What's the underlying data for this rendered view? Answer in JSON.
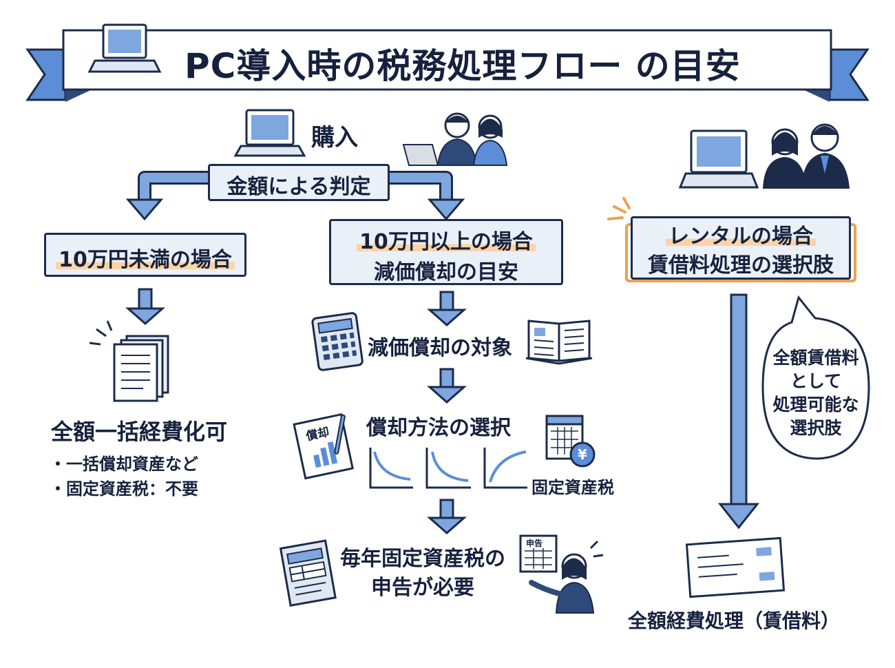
{
  "title": "PC導入時の税務処理フロー の目安",
  "purchase": {
    "label": "購入",
    "decision": "金額による判定"
  },
  "under_100k": {
    "heading": "10万円未満の場合",
    "result": "全額一括経費化可",
    "bullets": [
      "・一括償却資産など",
      "・固定資産税：不要"
    ]
  },
  "over_100k": {
    "heading_line1": "10万円以上の場合",
    "heading_line2": "減価償却の目安",
    "step1": "減価償却の対象",
    "step2": "償却方法の選択",
    "doc_label": "償却",
    "tax_label": "固定資産税",
    "step3_line1": "毎年固定資産税の",
    "step3_line2": "申告が必要",
    "form_label": "申告"
  },
  "rental": {
    "heading_line1": "レンタルの場合",
    "heading_line2": "賃借料処理の選択肢",
    "bubble": [
      "全額賃借料",
      "として",
      "処理可能な",
      "選択肢"
    ],
    "result": "全額経費処理（賃借料）"
  },
  "colors": {
    "navy": "#1c2b4a",
    "blue": "#5b8ed6",
    "light_blue": "#eaf0f8",
    "orange": "#f0a050",
    "highlight": "#fbd3a6"
  }
}
